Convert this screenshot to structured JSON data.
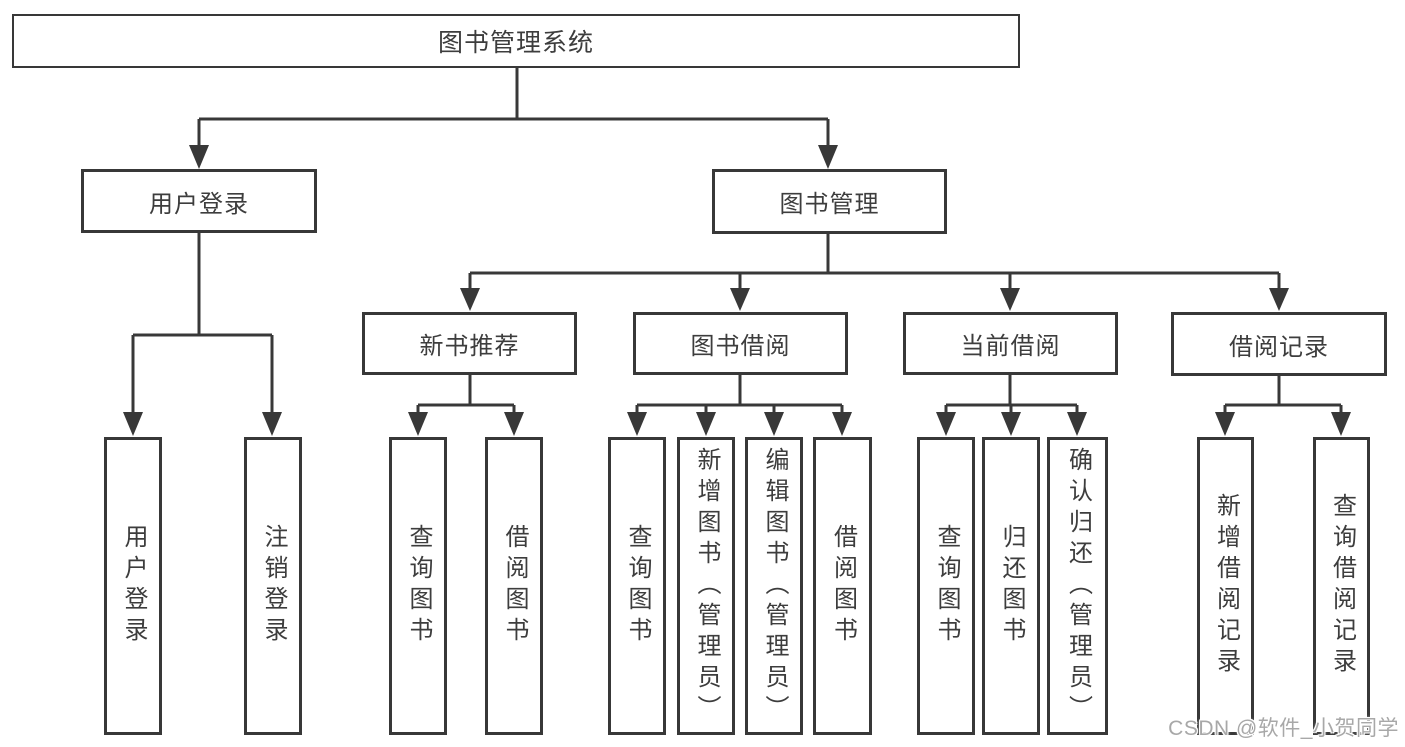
{
  "diagram": {
    "title": "图书管理系统",
    "tree": {
      "label": "图书管理系统",
      "children": [
        {
          "label": "用户登录",
          "children": [
            {
              "label": "用户登录"
            },
            {
              "label": "注销登录"
            }
          ]
        },
        {
          "label": "图书管理",
          "children": [
            {
              "label": "新书推荐",
              "children": [
                {
                  "label": "查询图书"
                },
                {
                  "label": "借阅图书"
                }
              ]
            },
            {
              "label": "图书借阅",
              "children": [
                {
                  "label": "查询图书"
                },
                {
                  "label": "新增图书（管理员）"
                },
                {
                  "label": "编辑图书（管理员）"
                },
                {
                  "label": "借阅图书"
                }
              ]
            },
            {
              "label": "当前借阅",
              "children": [
                {
                  "label": "查询图书"
                },
                {
                  "label": "归还图书"
                },
                {
                  "label": "确认归还（管理员）"
                }
              ]
            },
            {
              "label": "借阅记录",
              "children": [
                {
                  "label": "新增借阅记录"
                },
                {
                  "label": "查询借阅记录"
                }
              ]
            }
          ]
        }
      ]
    }
  },
  "watermark": "CSDN @软件_小贺同学",
  "colors": {
    "line": "#383838",
    "text": "#3d3d3d",
    "watermark": "#a8a8a8",
    "background": "#ffffff"
  }
}
